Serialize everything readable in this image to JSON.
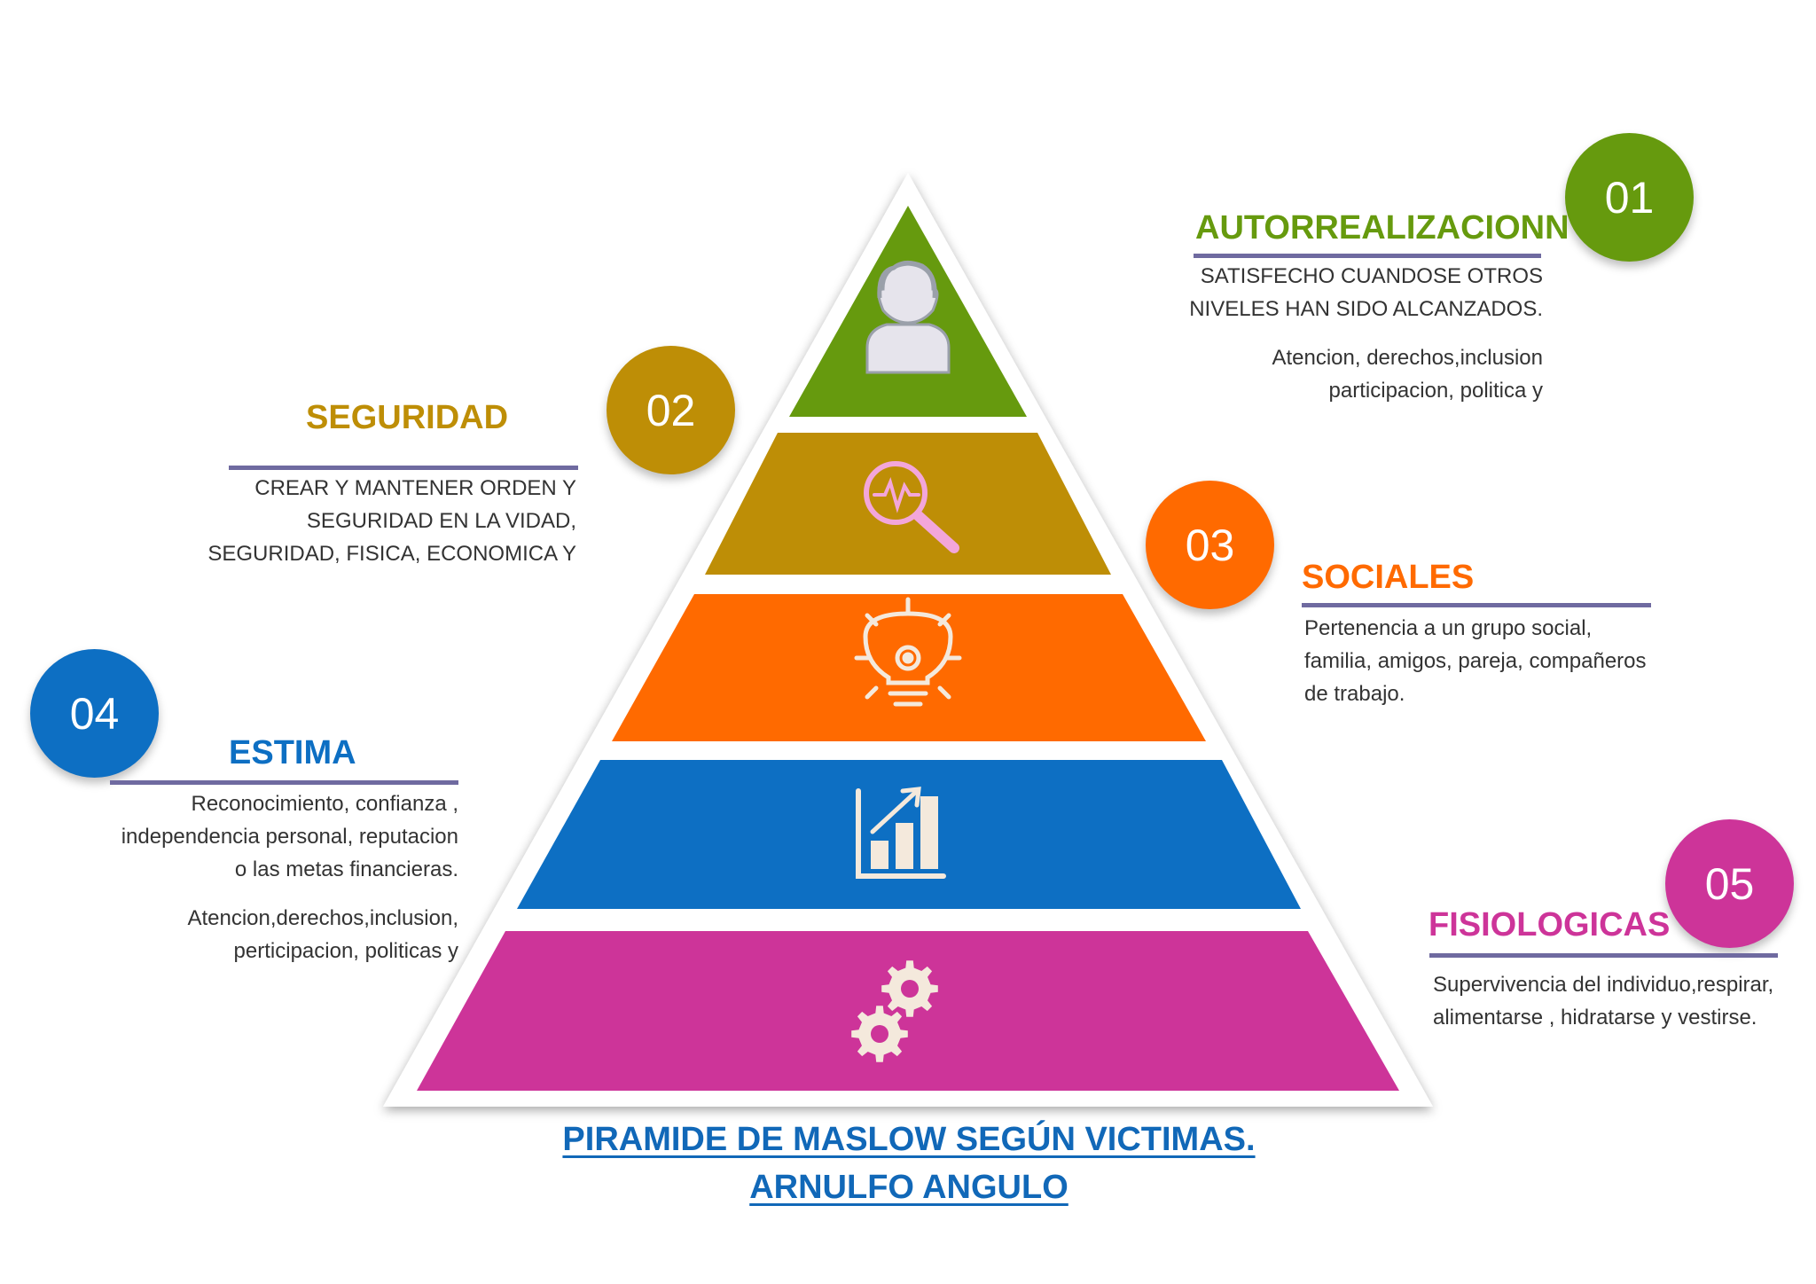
{
  "title": {
    "line1": "PIRAMIDE  DE MASLOW SEGÚN VICTIMAS.",
    "line2": "ARNULFO ANGULO"
  },
  "colors": {
    "level1": "#669A0E",
    "level2": "#BE8E06",
    "level3": "#FF6A00",
    "level4": "#0D6FC3",
    "level5": "#CD3499",
    "icon": "#F4E9DC",
    "title": "#1168B8",
    "rule": "#6F6AA0"
  },
  "levels": [
    {
      "number": "01",
      "heading": "AUTORREALIZACIONN",
      "line1": "SATISFECHO CUANDOSE  OTROS",
      "line2": "NIVELES HAN SIDO ALCANZADOS.",
      "line3": "Atencion, derechos,inclusion",
      "line4": "participacion, politica y",
      "icon": "person-icon"
    },
    {
      "number": "02",
      "heading": "SEGURIDAD",
      "line1": "CREAR Y MANTENER ORDEN Y",
      "line2": "SEGURIDAD  EN LA VIDAD,",
      "line3": "SEGURIDAD, FISICA, ECONOMICA Y",
      "icon": "magnifier-pulse-icon"
    },
    {
      "number": "03",
      "heading": "SOCIALES",
      "line1": "Pertenencia a un grupo social,",
      "line2": "familia, amigos, pareja, compañeros",
      "line3": "de trabajo.",
      "icon": "lightbulb-gear-icon"
    },
    {
      "number": "04",
      "heading": "ESTIMA",
      "line1": "Reconocimiento, confianza ,",
      "line2": "independencia personal, reputacion",
      "line3": "o las metas financieras.",
      "line4": "Atencion,derechos,inclusion,",
      "line5": "perticipacion, politicas y",
      "icon": "growth-chart-icon"
    },
    {
      "number": "05",
      "heading": "FISIOLOGICAS",
      "line1": "Supervivencia del individuo,respirar,",
      "line2": "alimentarse , hidratarse y vestirse.",
      "icon": "gears-icon"
    }
  ]
}
